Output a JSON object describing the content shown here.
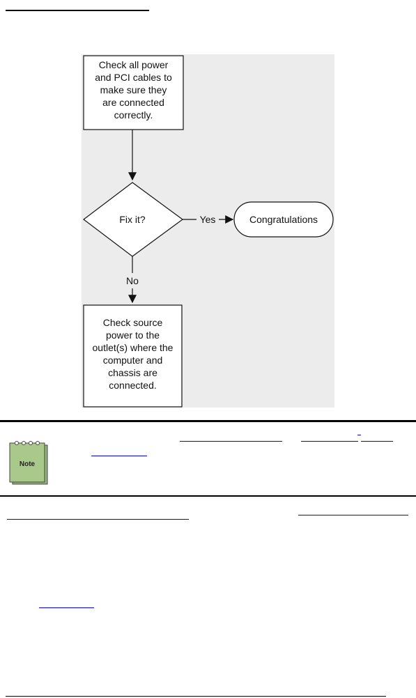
{
  "flowchart": {
    "step1": [
      "Check all power",
      "and PCI cables to",
      "make sure they",
      "are connected",
      "correctly."
    ],
    "decision": "Fix it?",
    "yes_label": "Yes",
    "end": "Congratulations",
    "no_label": "No",
    "step2": [
      "Check source",
      "power to the",
      "outlet(s) where the",
      "computer and",
      "chassis are",
      "connected."
    ]
  },
  "note": {
    "icon_label": "Note"
  },
  "colors": {
    "link": "#0000ee",
    "note_icon_fill": "#a8c98a",
    "diagram_bg": "#ececec"
  }
}
